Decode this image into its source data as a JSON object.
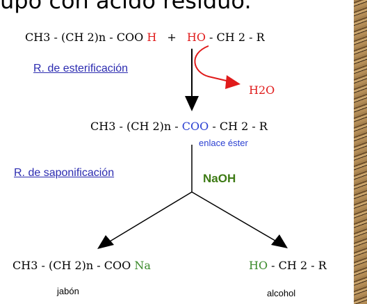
{
  "headline": "upo con ácido residuo.",
  "reaction1": {
    "acid_prefix": "CH3 - (CH 2)n - COO ",
    "acid_h": "H",
    "plus": "+",
    "alcohol_ho": "HO",
    "alcohol_suffix": " - CH 2 - R"
  },
  "esterification_label": "R. de esterificación",
  "water": "H2O",
  "ester": {
    "prefix": "CH3 - (CH  2)n - ",
    "coo": "COO",
    "suffix": " -   CH 2 - R",
    "bond_label": "enlace éster"
  },
  "saponification_label": "R. de saponificación",
  "base": "NaOH",
  "products": {
    "soap_prefix": "CH3 - (CH  2)n - COO ",
    "soap_na": "Na",
    "soap_label": "jabón",
    "alcohol_ho": "HO",
    "alcohol_suffix": " - CH 2 - R",
    "alcohol_label": "alcohol"
  },
  "colors": {
    "red": "#e01b1b",
    "blue": "#2a3fd1",
    "green": "#3d7a14",
    "link": "#2b2bb0"
  }
}
